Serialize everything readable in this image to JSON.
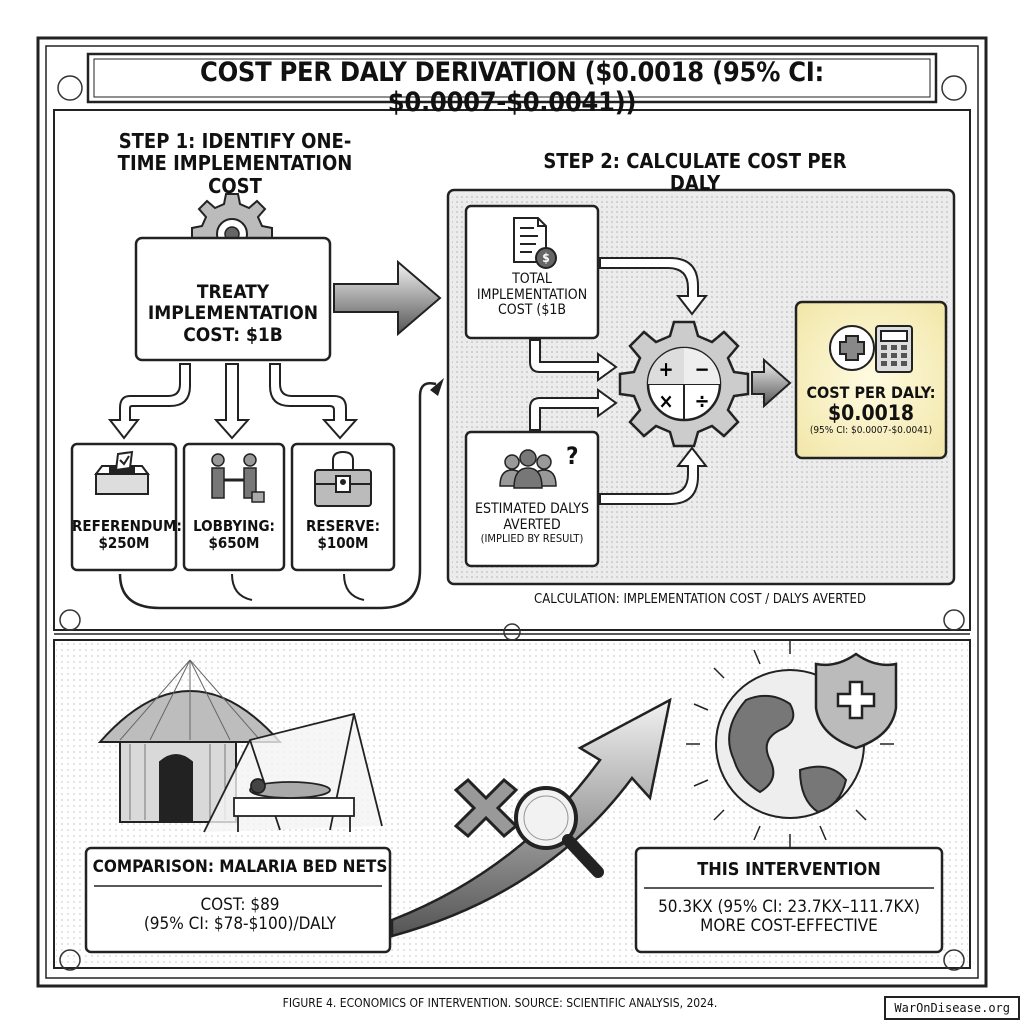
{
  "title": "COST PER DALY DERIVATION ($0.0018 (95% CI: $0.0007-$0.0041))",
  "step1": {
    "heading": "STEP 1: IDENTIFY ONE-TIME IMPLEMENTATION COST",
    "main_box": "TREATY IMPLEMENTATION COST: $1B",
    "components": [
      {
        "label": "REFERENDUM:",
        "value": "$250M",
        "icon": "ballot-box-icon"
      },
      {
        "label": "LOBBYING:",
        "value": "$650M",
        "icon": "handshake-icon"
      },
      {
        "label": "RESERVE:",
        "value": "$100M",
        "icon": "treasure-chest-icon"
      }
    ]
  },
  "step2": {
    "heading": "STEP 2: CALCULATE COST PER DALY",
    "total_cost": "TOTAL IMPLEMENTATION COST ($1B",
    "dalys_label": "ESTIMATED DALYS AVERTED",
    "dalys_note": "(IMPLIED BY RESULT)",
    "result_label": "COST PER DALY:",
    "result_value": "$0.0018",
    "result_ci": "(95% CI: $0.0007-$0.0041)",
    "formula": "CALCULATION: IMPLEMENTATION COST / DALYS AVERTED"
  },
  "comparison": {
    "title": "COMPARISON: MALARIA BED NETS",
    "cost_line1": "COST: $89",
    "cost_line2": "(95% CI: $78-$100)/DALY"
  },
  "intervention": {
    "title": "THIS INTERVENTION",
    "line1": "50.3KX (95% CI: 23.7KX–111.7KX)",
    "line2": "MORE COST-EFFECTIVE"
  },
  "caption": "FIGURE 4. ECONOMICS OF INTERVENTION. SOURCE: SCIENTIFIC ANALYSIS, 2024.",
  "watermark": "WarOnDisease.org",
  "icons": [
    "gear-icon",
    "document-icon",
    "people-icon",
    "calculator-icon",
    "globe-icon",
    "shield-icon",
    "magnifier-icon",
    "hut-icon",
    "bed-net-icon"
  ]
}
